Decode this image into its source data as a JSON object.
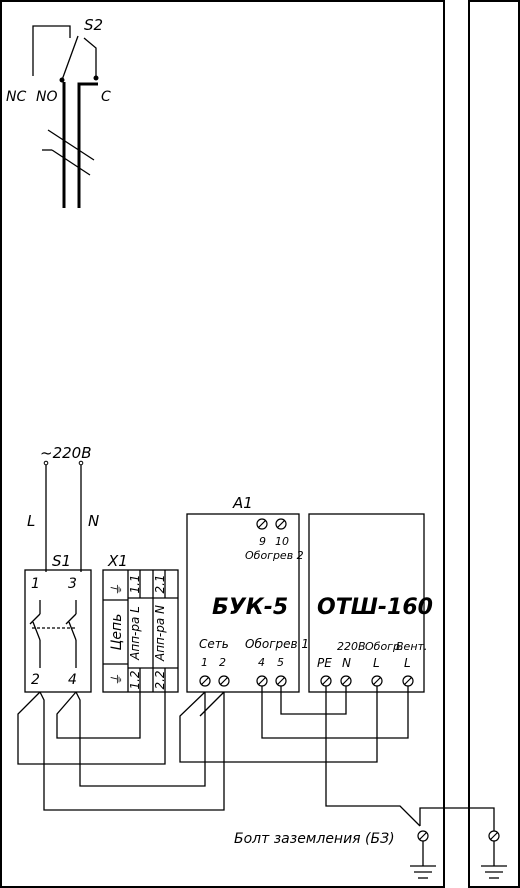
{
  "switch_s2": {
    "label": "S2",
    "nc": "NC",
    "no": "NO",
    "c": "C"
  },
  "supply": {
    "voltage": "~220В",
    "l": "L",
    "n": "N"
  },
  "breaker_s1": {
    "label": "S1",
    "t1": "1",
    "t3": "3",
    "t2": "2",
    "t4": "4"
  },
  "terminal_x1": {
    "label": "X1",
    "circuit": "Цепь",
    "ground_top": "⏚",
    "ground_bot": "⏚",
    "app_l": "Апп-ра L",
    "app_n": "Апп-ра N",
    "t11": "1.1",
    "t21": "2.1",
    "t12": "1.2",
    "t22": "2.2"
  },
  "unit_a1": {
    "label": "А1",
    "name": "БУК-5",
    "t9": "9",
    "t10": "10",
    "heat2": "Обогрев 2",
    "net": "Сеть",
    "t1": "1",
    "t2": "2",
    "heat1": "Обогрев 1",
    "t4": "4",
    "t5": "5"
  },
  "unit_otsh": {
    "name": "ОТШ-160",
    "v220": "220В",
    "pe": "PE",
    "n": "N",
    "heat": "Обогр.",
    "fan": "Вент.",
    "l1": "L",
    "l2": "L"
  },
  "ground_bolt": {
    "label": "Болт заземления (БЗ)"
  }
}
